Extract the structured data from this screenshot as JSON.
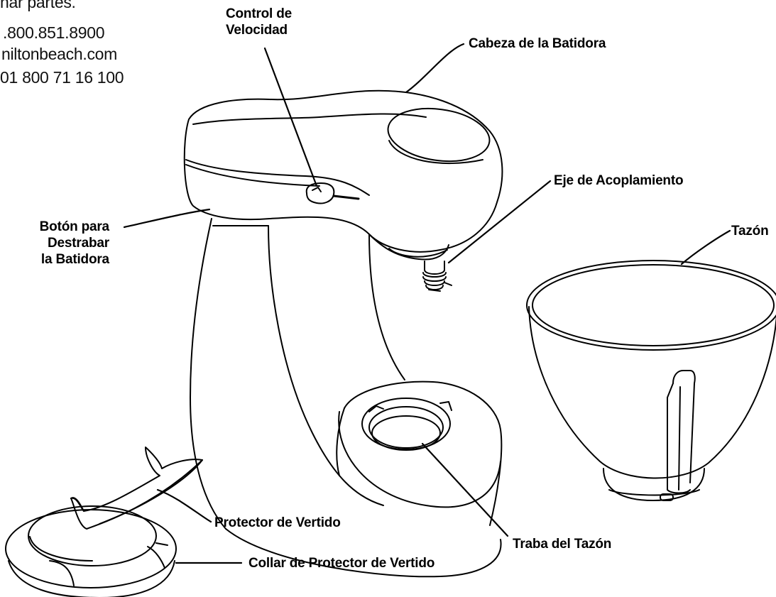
{
  "contact": {
    "line1": "nar partes.",
    "line2": ".800.851.8900",
    "line3": "niltonbeach.com",
    "line4": "01 800 71 16 100"
  },
  "labels": {
    "speed_control": [
      "Control de",
      "Velocidad"
    ],
    "mixer_head": "Cabeza de la Batidora",
    "attachment_shaft": "Eje de Acoplamiento",
    "head_release": [
      "Botón para",
      "Destrabar",
      "la Batidora"
    ],
    "bowl": "Tazón",
    "pour_guard": "Protector de Vertido",
    "bowl_lock": "Traba del Tazón",
    "pour_guard_collar": "Collar de Protector de Vertido"
  }
}
